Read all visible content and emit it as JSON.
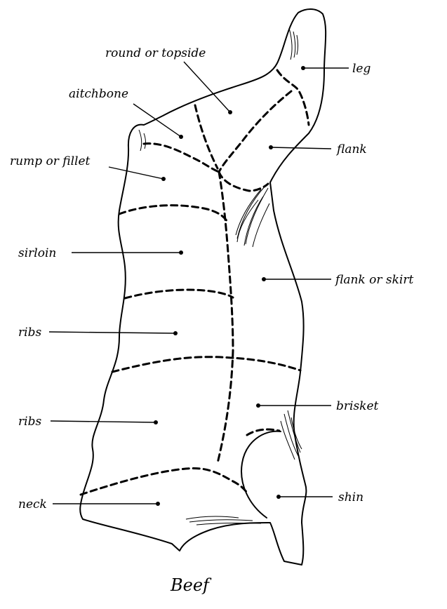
{
  "title": "Beef",
  "labels": {
    "round_or_topside": "round or topside",
    "aitchbone": "aitchbone",
    "leg": "leg",
    "rump_or_fillet": "rump or fillet",
    "flank": "flank",
    "sirloin": "sirloin",
    "flank_or_skirt": "flank or skirt",
    "ribs_upper": "ribs",
    "brisket": "brisket",
    "ribs_lower": "ribs",
    "shin": "shin",
    "neck": "neck"
  }
}
